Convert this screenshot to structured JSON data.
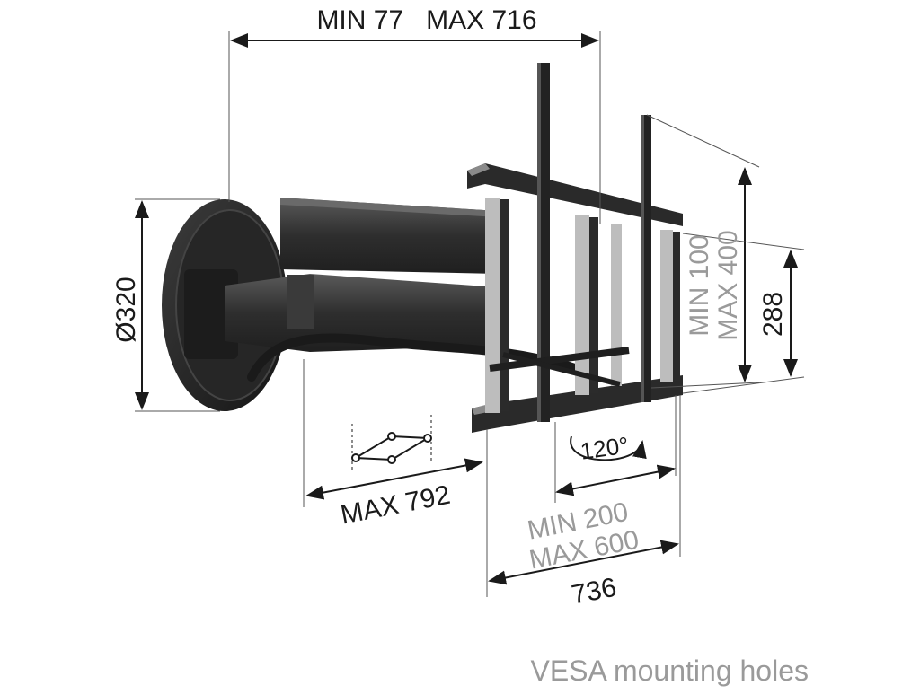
{
  "dimensions": {
    "top_width": "MIN 77   MAX 716",
    "plate_diameter": "Ø320",
    "vesa_vertical_min": "MIN 100",
    "vesa_vertical_max": "MAX 400",
    "frame_height": "288",
    "rotation": "120°",
    "arm_extension": "MAX 792",
    "vesa_horizontal_min": "MIN 200",
    "vesa_horizontal_max": "MAX 600",
    "frame_width": "736"
  },
  "legend": {
    "vesa_note": "VESA mounting holes"
  },
  "colors": {
    "product": "#2a2a2a",
    "product_highlight": "#4a4a4a",
    "dimension_line": "#1a1a1a",
    "vesa_text": "#9a9a9a"
  }
}
